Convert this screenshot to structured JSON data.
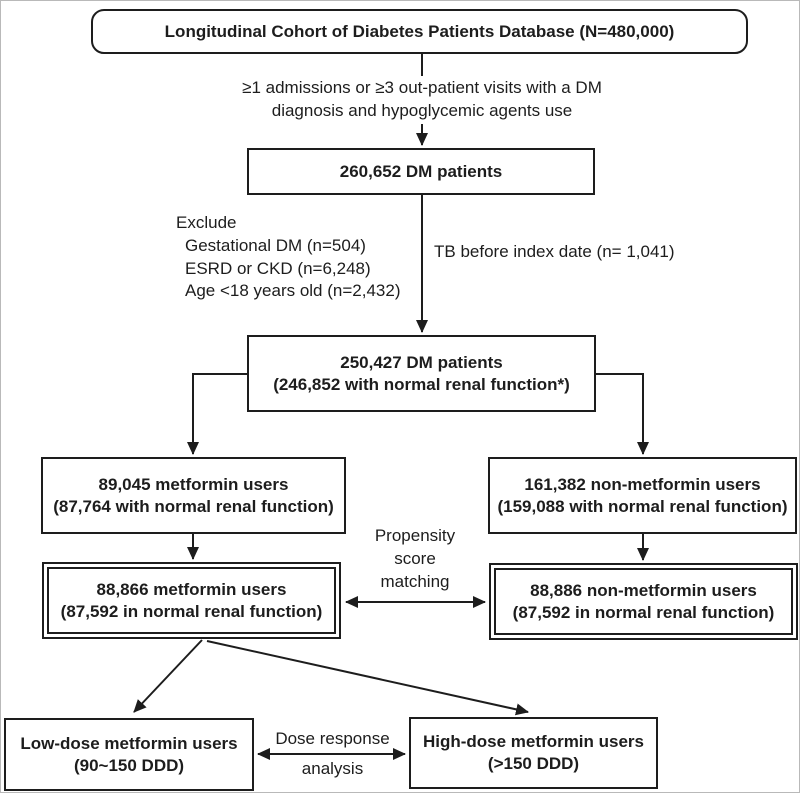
{
  "figure": {
    "cohort_box": "Longitudinal Cohort of Diabetes Patients Database (N=480,000)",
    "criteria_note": {
      "line1": "≥1 admissions or ≥3 out-patient visits with a DM",
      "line2": "diagnosis and hypoglycemic agents use"
    },
    "dm_patients_box": "260,652 DM patients",
    "exclude_note": {
      "title": "Exclude",
      "items": [
        "Gestational DM (n=504)",
        "ESRD or CKD (n=6,248)",
        "Age <18 years old (n=2,432)"
      ]
    },
    "tb_note": "TB before index date (n= 1,041)",
    "dm_filtered_box": {
      "line1": "250,427 DM patients",
      "line2": "(246,852 with normal renal function*)"
    },
    "metformin_box": {
      "line1": "89,045 metformin users",
      "line2": "(87,764 with normal renal function)"
    },
    "nonmetformin_box": {
      "line1": "161,382 non-metformin users",
      "line2": "(159,088 with normal renal function)"
    },
    "psm_note": {
      "line1": "Propensity",
      "line2": "score",
      "line3": "matching"
    },
    "matched_metformin_box": {
      "line1": "88,866 metformin users",
      "line2": "(87,592 in normal renal function)"
    },
    "matched_nonmetformin_box": {
      "line1": "88,886 non-metformin users",
      "line2": "(87,592 in normal renal function)"
    },
    "lowdose_box": {
      "line1": "Low-dose metformin users",
      "line2": "(90~150 DDD)"
    },
    "highdose_box": {
      "line1": "High-dose metformin users",
      "line2": "(>150 DDD)"
    },
    "dose_note": {
      "line1": "Dose response",
      "line2": "analysis"
    },
    "colors": {
      "ink": "#1d1d1d",
      "background": "#ffffff",
      "frame": "#b9b9b9"
    }
  }
}
